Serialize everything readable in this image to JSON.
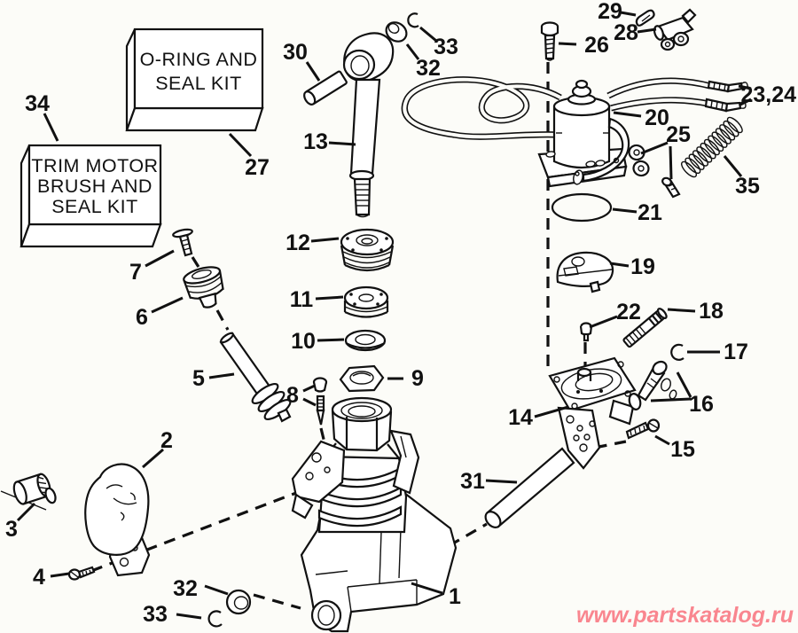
{
  "diagram": {
    "background": "#fcfcf8",
    "line_color": "#111111",
    "description": "Exploded parts diagram of power trim/tilt hydraulic assembly with trim motor"
  },
  "watermark": {
    "text": "www.partskatalog.ru",
    "color": "#f9868f"
  },
  "kit_boxes": {
    "oring_seal_kit": {
      "line1": "O-RING AND",
      "line2": "SEAL KIT"
    },
    "trim_motor_kit": {
      "line1": "TRIM MOTOR",
      "line2": "BRUSH AND",
      "line3": "SEAL KIT"
    }
  },
  "part_labels": {
    "p1": "1",
    "p2": "2",
    "p3": "3",
    "p4": "4",
    "p5": "5",
    "p6": "6",
    "p7": "7",
    "p8": "8",
    "p9": "9",
    "p10": "10",
    "p11": "11",
    "p12": "12",
    "p13": "13",
    "p14": "14",
    "p15": "15",
    "p16": "16",
    "p17": "17",
    "p18": "18",
    "p19": "19",
    "p20": "20",
    "p21": "21",
    "p22": "22",
    "p2324": "23,24",
    "p25": "25",
    "p26": "26",
    "p27": "27",
    "p28": "28",
    "p29": "29",
    "p30": "30",
    "p31": "31",
    "p32a": "32",
    "p33a": "33",
    "p32b": "32",
    "p33b": "33",
    "p34": "34",
    "p35": "35"
  }
}
